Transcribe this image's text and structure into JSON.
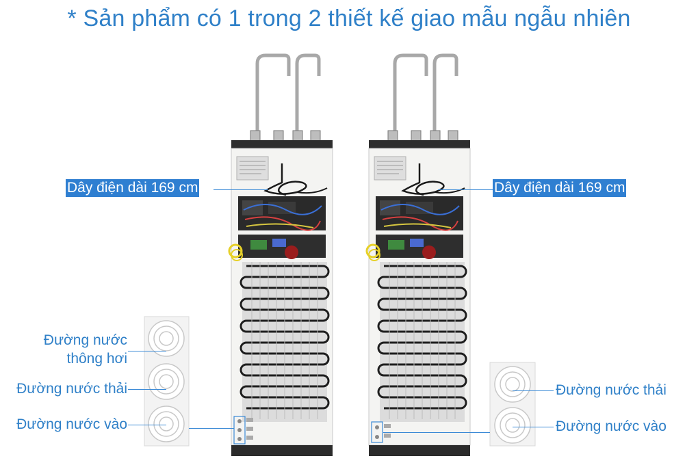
{
  "title": "* Sản phẩm có 1 trong 2 thiết kế giao mẫu ngẫu nhiên",
  "left": {
    "cord_label": "Dây điện dài 169 cm",
    "vent_label_line1": "Đường nước",
    "vent_label_line2": "thông hơi",
    "waste_label": "Đường nước thải",
    "inlet_label": "Đường nước vào"
  },
  "right": {
    "cord_label": "Dây điện dài 169 cm",
    "waste_label": "Đường nước thải",
    "inlet_label": "Đường nước vào"
  },
  "colors": {
    "accent": "#2f80c8",
    "highlight_bg": "#2f7fd1",
    "unit_body": "#f4f4f2",
    "unit_base": "#2b2b2b",
    "condenser": "#1e1e1e"
  }
}
